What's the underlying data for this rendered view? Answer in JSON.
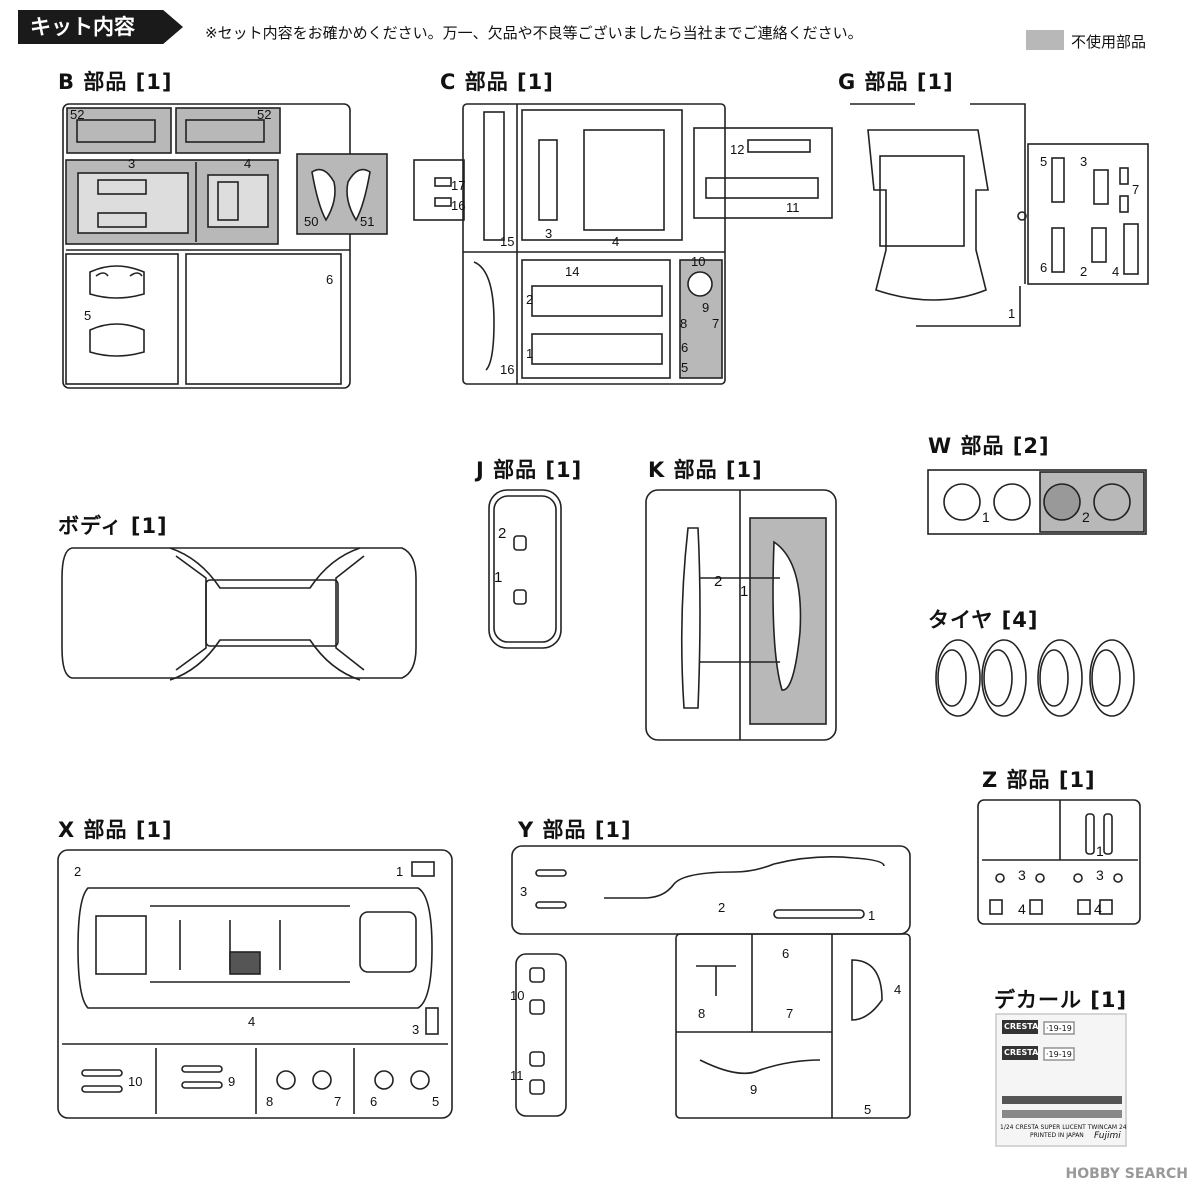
{
  "header": {
    "title": "キット内容",
    "note": "※セット内容をお確かめください。万一、欠品や不良等ございましたら当社までご連絡ください。",
    "legend_label": "不使用部品"
  },
  "sections": {
    "b": "B 部品 [1]",
    "c": "C 部品 [1]",
    "g": "G 部品 [1]",
    "j": "J 部品 [1]",
    "k": "K 部品 [1]",
    "w": "W 部品 [2]",
    "body": "ボディ [1]",
    "tire": "タイヤ [4]",
    "z": "Z 部品 [1]",
    "x": "X 部品 [1]",
    "y": "Y 部品 [1]",
    "decal": "デカール [1]"
  },
  "decal": {
    "brand1": "CRESTA",
    "brand2": "CRESTA",
    "plate1": "·19-19",
    "plate2": "·19-19",
    "footer": "1/24 CRESTA SUPER LUCENT TWINCAM 24",
    "footer2": "PRINTED IN JAPAN",
    "maker": "Fujimi"
  },
  "watermark": "HOBBY SEARCH",
  "colors": {
    "unused": "#b8b8b8",
    "line": "#222222"
  }
}
